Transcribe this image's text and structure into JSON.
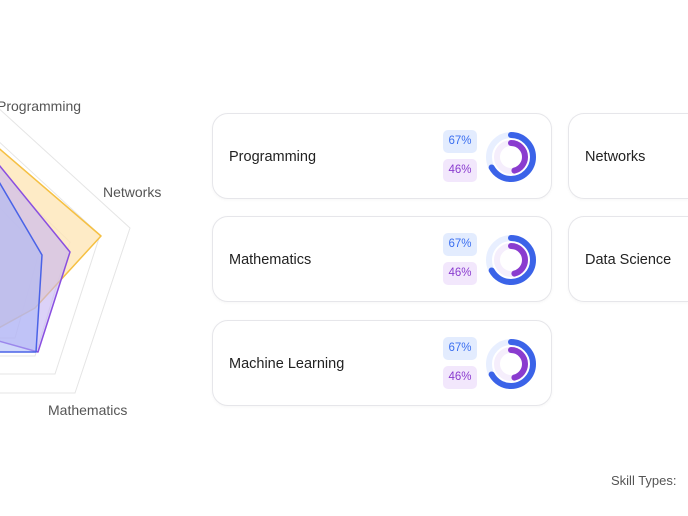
{
  "radar": {
    "axis_labels": [
      "Programming",
      "Networks",
      "Mathematics"
    ],
    "colors": {
      "orange_fill": "#fde4b3",
      "orange_stroke": "#f5c043",
      "purple_fill": "#c5b4f3",
      "purple_stroke": "#8a4fe0",
      "blue_fill": "#a9b6f6",
      "blue_stroke": "#4a63e7",
      "grid": "#e5e5e5"
    }
  },
  "cards": [
    {
      "label": "Programming",
      "badge_a": "67%",
      "badge_b": "46%",
      "ring_outer": 0.67,
      "ring_inner": 0.46
    },
    {
      "label": "Mathematics",
      "badge_a": "67%",
      "badge_b": "46%",
      "ring_outer": 0.67,
      "ring_inner": 0.46
    },
    {
      "label": "Machine Learning",
      "badge_a": "67%",
      "badge_b": "46%",
      "ring_outer": 0.67,
      "ring_inner": 0.46
    },
    {
      "label": "Networks"
    },
    {
      "label": "Data Science"
    }
  ],
  "legend": {
    "caption": "Skill Types:"
  },
  "colors": {
    "ring_outer": "#3b63e8",
    "ring_inner": "#8a3ccf",
    "ring_track_outer": "#e8efff",
    "ring_track_inner": "#f5eefc"
  }
}
